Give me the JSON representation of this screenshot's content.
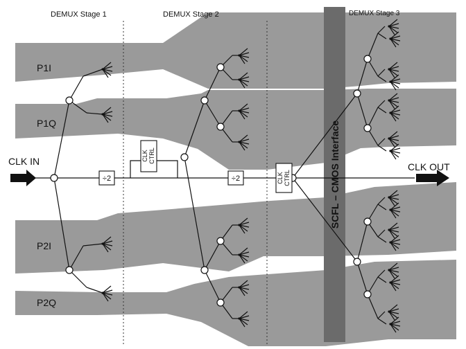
{
  "stages": [
    "DEMUX Stage 1",
    "DEMUX Stage 2",
    "DEMUX Stage 3"
  ],
  "channels": [
    "P1I",
    "P1Q",
    "P2I",
    "P2Q"
  ],
  "clock": {
    "input_label": "CLK IN",
    "output_label": "CLK OUT"
  },
  "dividers": [
    "÷2",
    "÷2"
  ],
  "clock_controls": [
    {
      "line1": "CLK",
      "line2": "CTRL"
    },
    {
      "line1": "CLK",
      "line2": "CTRL"
    }
  ],
  "interface_label": "SCFL – CMOS Interface",
  "colors": {
    "band": "#9a9a9a",
    "interface_bar": "#6b6b6b",
    "wire": "#111111"
  }
}
